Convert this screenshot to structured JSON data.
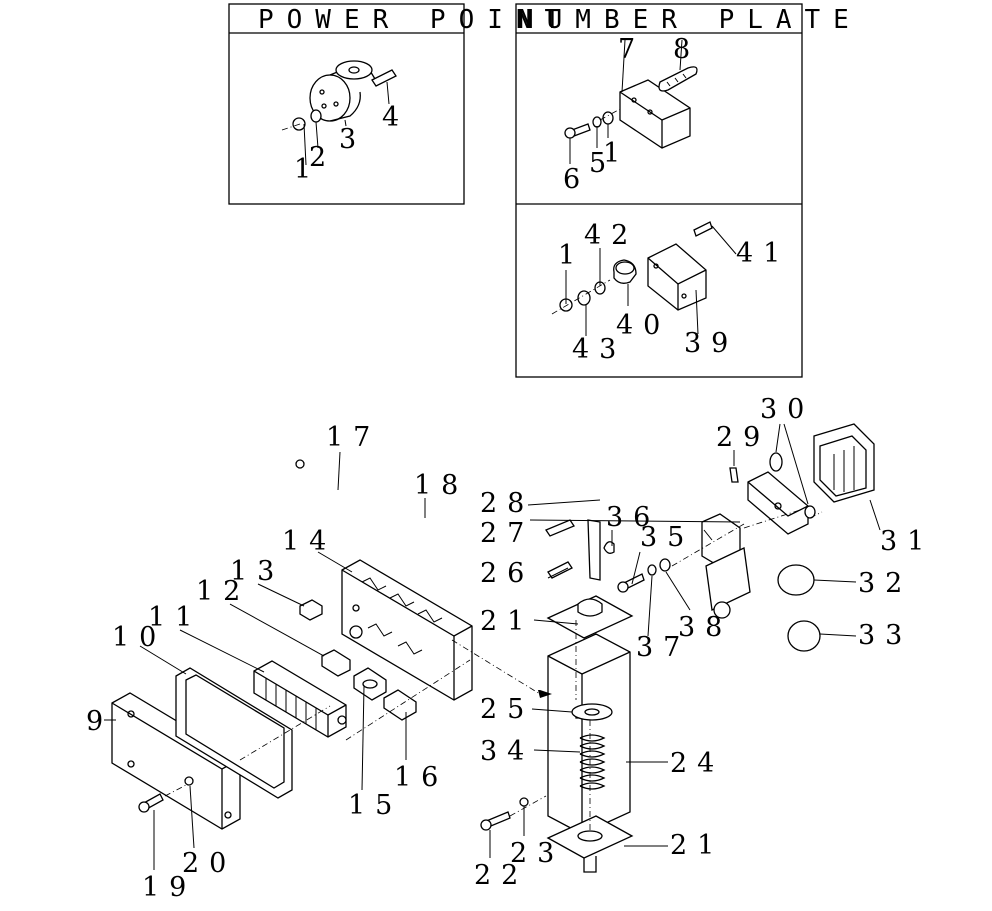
{
  "titles": {
    "left_box": "POWER POINT",
    "right_box": "NUMBER PLATE"
  },
  "callouts": {
    "p1a": "1",
    "p2": "2",
    "p3": "3",
    "p4": "4",
    "p7": "7",
    "p8": "8",
    "p6": "6",
    "p5": "5",
    "p1b": "1",
    "p42": "42",
    "p1c": "1",
    "p41": "41",
    "p40": "40",
    "p43": "43",
    "p39": "39",
    "p17": "17",
    "p18": "18",
    "p14": "14",
    "p13": "13",
    "p12": "12",
    "p11": "11",
    "p10": "10",
    "p9": "9",
    "p15": "15",
    "p16": "16",
    "p19": "19",
    "p20": "20",
    "p28": "28",
    "p27": "27",
    "p26": "26",
    "p36": "36",
    "p35": "35",
    "p37": "37",
    "p38": "38",
    "p21a": "21",
    "p25": "25",
    "p34": "34",
    "p24": "24",
    "p22": "22",
    "p23": "23",
    "p21b": "21",
    "p29": "29",
    "p30": "30",
    "p31": "31",
    "p32": "32",
    "p33": "33"
  }
}
